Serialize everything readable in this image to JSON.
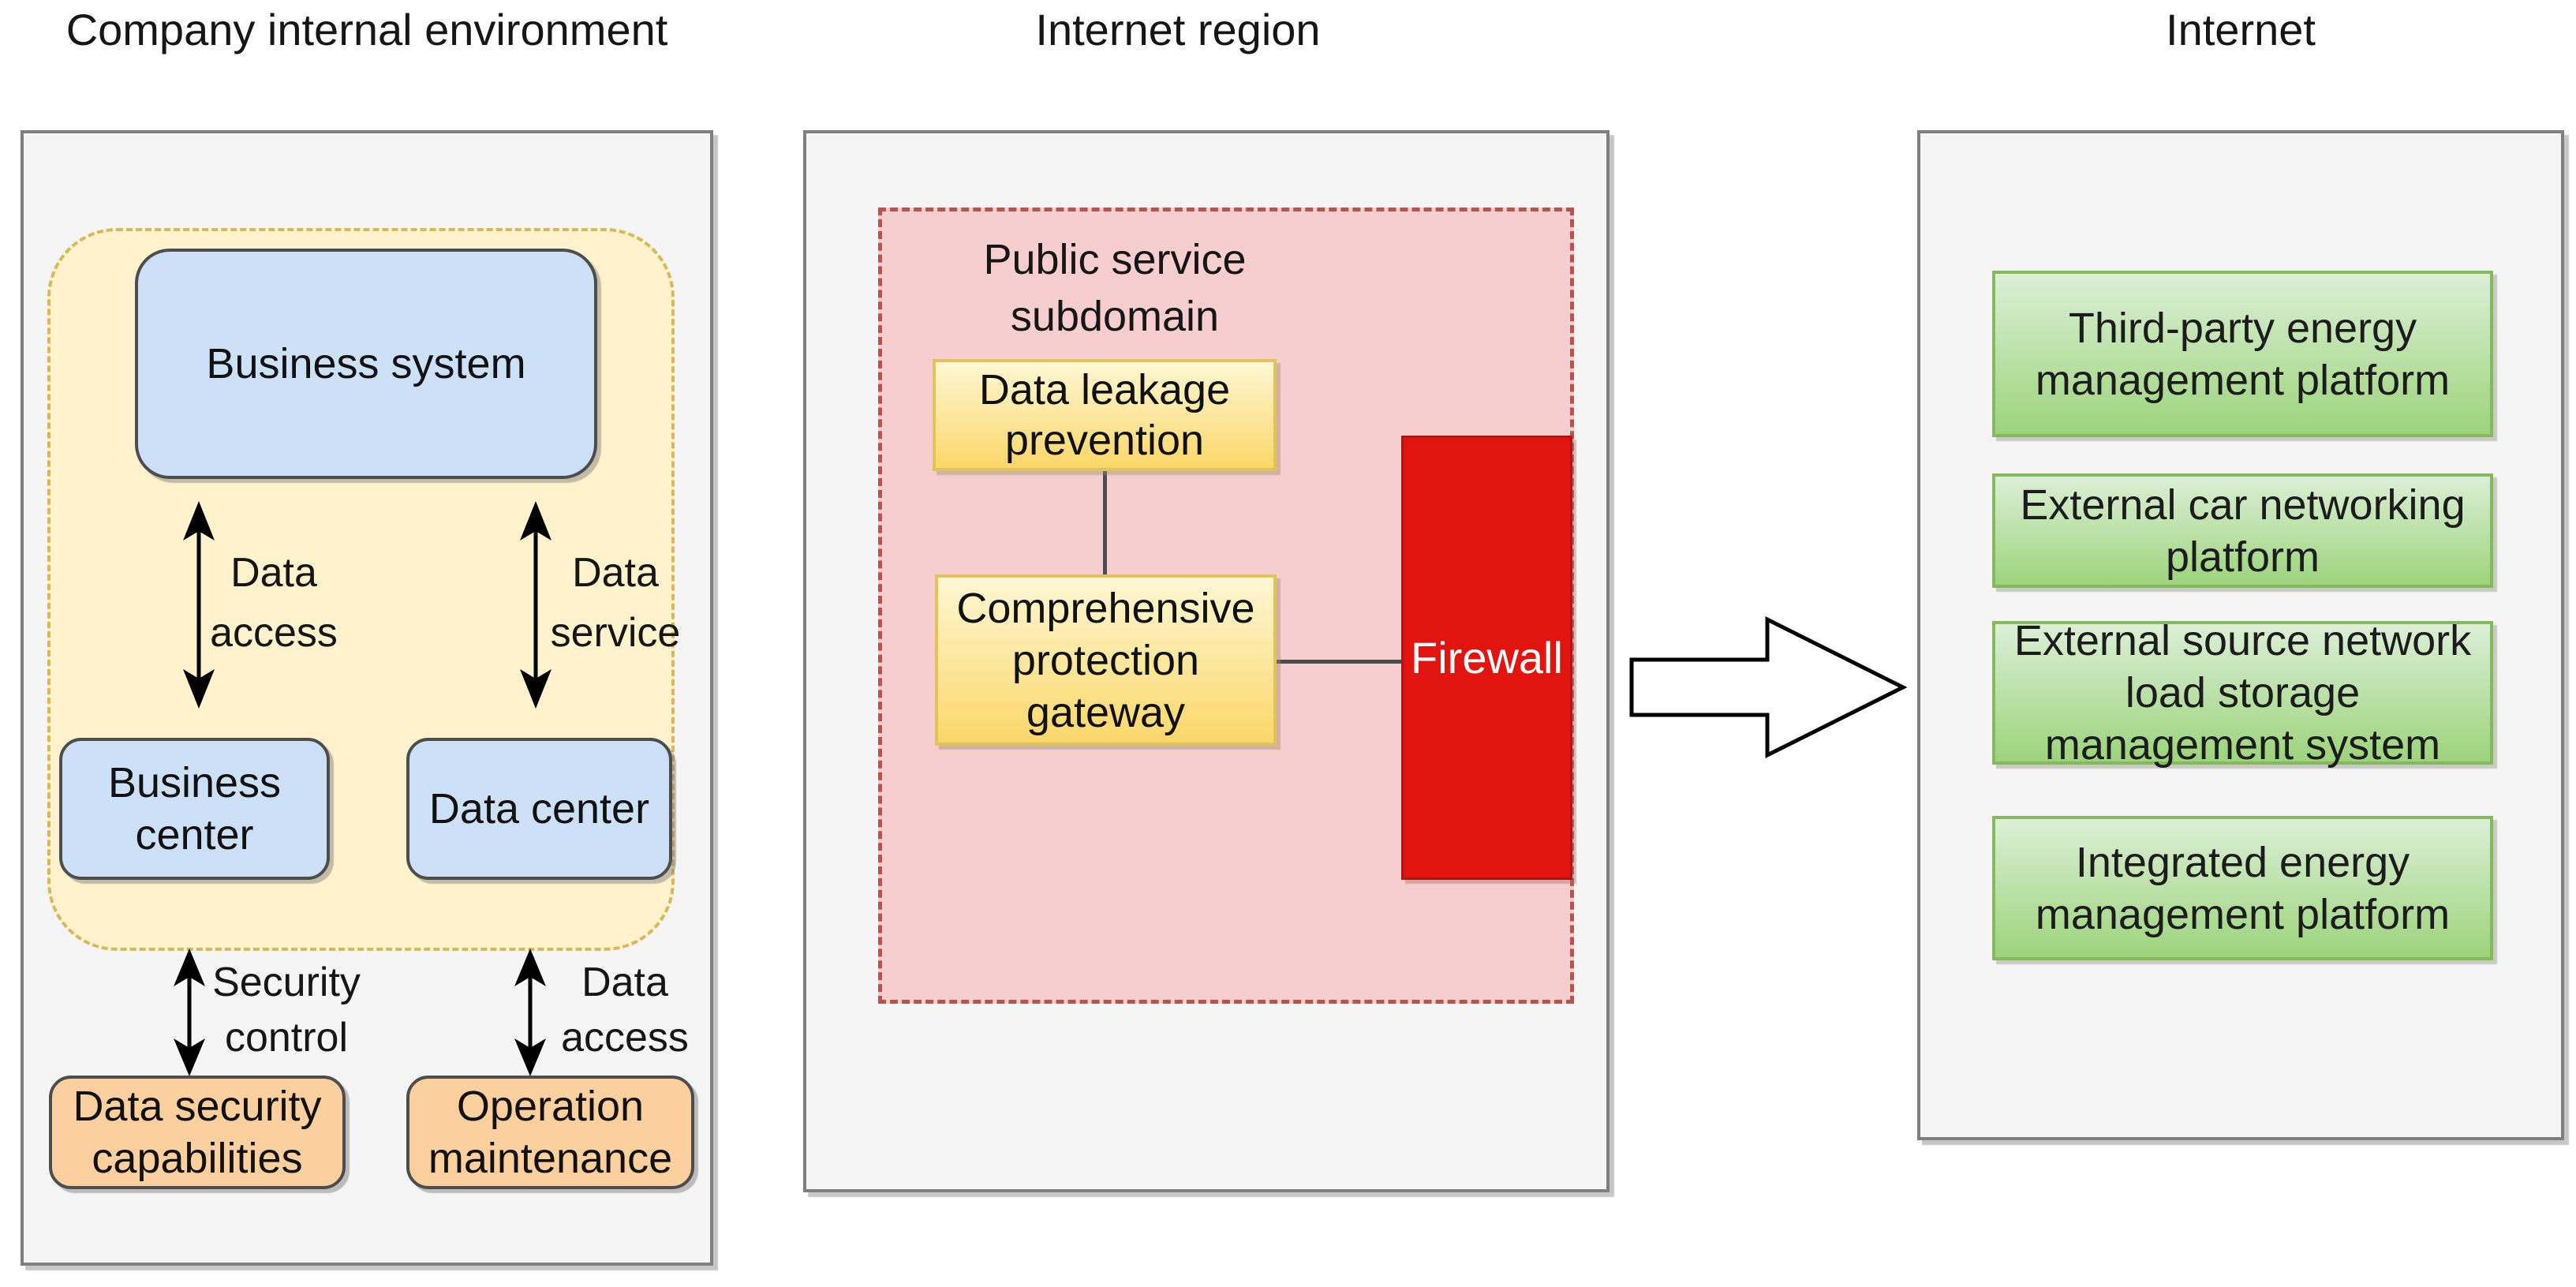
{
  "titles": {
    "left": "Company internal environment",
    "middle": "Internet region",
    "right": "Internet"
  },
  "palette": {
    "panel_fill": "#F5F5F5",
    "panel_border": "#7F7F7F",
    "yellow_zone_fill": "#FFF2CC",
    "yellow_zone_border": "#D9B85C",
    "blue_box_fill": "#CCE1F8",
    "orange_box_fill": "#FBCF9E",
    "pink_zone_fill": "#F6CECD",
    "pink_zone_border": "#B85450",
    "gold_box_gradient_top": "#FEF7D4",
    "gold_box_gradient_bottom": "#FBD76A",
    "firewall_red": "#E21410",
    "green_box_gradient_top": "#DCEFD6",
    "green_box_gradient_bottom": "#9CD47C",
    "green_box_border": "#86B85E",
    "connector_gray": "#4D4D4D"
  },
  "company_panel": {
    "business_system": "Business system",
    "business_center": "Business center",
    "data_center": "Data center",
    "data_security_capabilities": "Data security capabilities",
    "operation_maintenance": "Operation maintenance",
    "arrow_labels": {
      "data_access_top": "Data access",
      "data_service": "Data service",
      "security_control": "Security control",
      "data_access_bottom": "Data access"
    }
  },
  "internet_region_panel": {
    "subdomain_title": "Public service subdomain",
    "data_leakage_prevention": "Data leakage prevention",
    "comprehensive_protection_gateway": "Comprehensive protection gateway",
    "firewall": "Firewall"
  },
  "internet_panel": {
    "platforms": [
      "Third-party energy management platform",
      "External car networking platform",
      "External source network load storage management system",
      "Integrated energy management platform"
    ]
  }
}
